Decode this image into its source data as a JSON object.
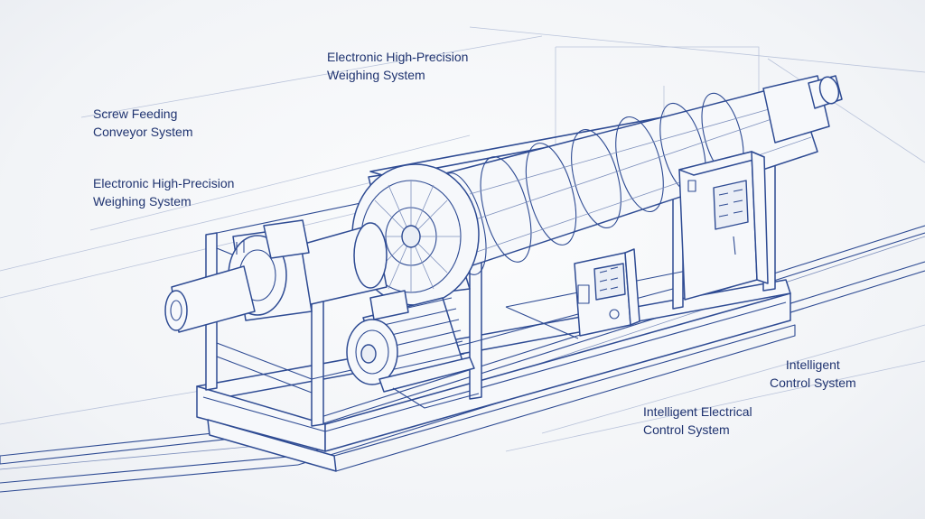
{
  "labels": {
    "weighing_top": {
      "line1": "Electronic High-Precision",
      "line2": "Weighing System"
    },
    "screw_feeding": {
      "line1": "Screw Feeding",
      "line2": "Conveyor System"
    },
    "weighing_left": {
      "line1": "Electronic High-Precision",
      "line2": "Weighing System"
    },
    "control_right": {
      "line1": "Intelligent",
      "line2": "Control System"
    },
    "electrical_bottom": {
      "line1": "Intelligent Electrical",
      "line2": "Control System"
    }
  },
  "colors": {
    "ink": "#2e4b93",
    "text": "#1f3370",
    "background": "#f4f6f9"
  }
}
